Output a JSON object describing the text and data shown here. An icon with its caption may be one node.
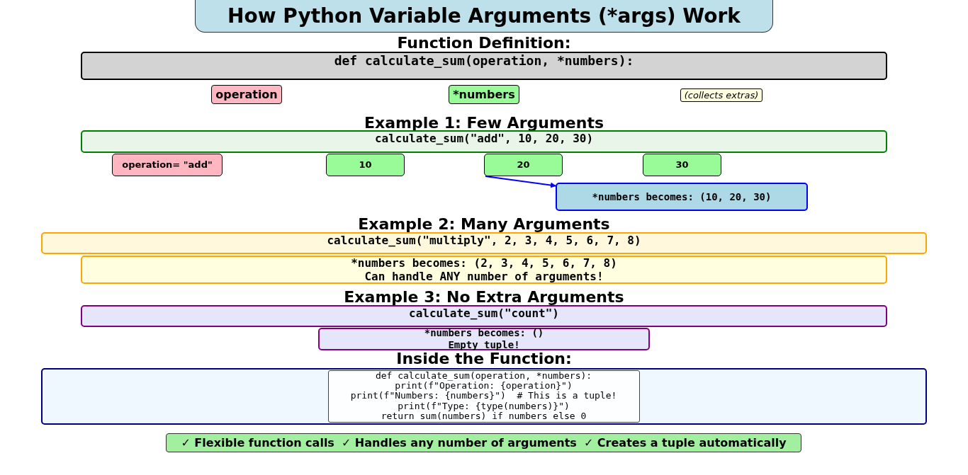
{
  "diagram": {
    "title": "How Python Variable Arguments (*args) Work",
    "nodes": [
      {
        "text": [
          "def calculate_sum(operation, *numbers):"
        ]
      },
      {
        "text": [
          "operation"
        ]
      },
      {
        "text": [
          "*numbers"
        ]
      },
      {
        "text": [
          "(collects extras)"
        ]
      },
      {
        "text": [
          "calculate_sum(\"add\", 10, 20, 30)"
        ]
      },
      {
        "text": [
          "operation= \"add\""
        ]
      },
      {
        "text": [
          "10"
        ]
      },
      {
        "text": [
          "20"
        ]
      },
      {
        "text": [
          "30"
        ]
      },
      {
        "text": [
          "*numbers becomes: (10, 20, 30)"
        ]
      },
      {
        "text": [
          "calculate_sum(\"multiply\", 2, 3, 4, 5, 6, 7, 8)"
        ]
      },
      {
        "text": [
          "*numbers becomes: (2, 3, 4, 5, 6, 7, 8)",
          "Can handle ANY number of arguments!"
        ]
      },
      {
        "text": [
          "calculate_sum(\"count\")"
        ]
      },
      {
        "text": [
          "*numbers becomes: ()",
          "Empty tuple!"
        ]
      },
      {
        "text": [],
        "shape": "box"
      },
      {
        "text": [
          "def calculate_sum(operation, *numbers):",
          "print(f\"Operation: {operation}\")",
          "print(f\"Numbers: {numbers}\")  # This is a tuple!",
          "print(f\"Type: {type(numbers)}\")",
          "return sum(numbers) if numbers else 0"
        ],
        "in": 14
      },
      {
        "text": [
          "✓ Flexible function calls",
          "✓ Handles any number of arguments",
          "✓ Creates a tuple automatically"
        ]
      }
    ],
    "edges": [
      {
        "from": 7,
        "to": 9,
        "arrow": "to",
        "color": "#0000ff"
      }
    ],
    "labels": [
      "Function Definition:",
      "Example 1: Few Arguments",
      "Example 2: Many Arguments",
      "Example 3: No Extra Arguments",
      "Inside the Function:"
    ]
  }
}
